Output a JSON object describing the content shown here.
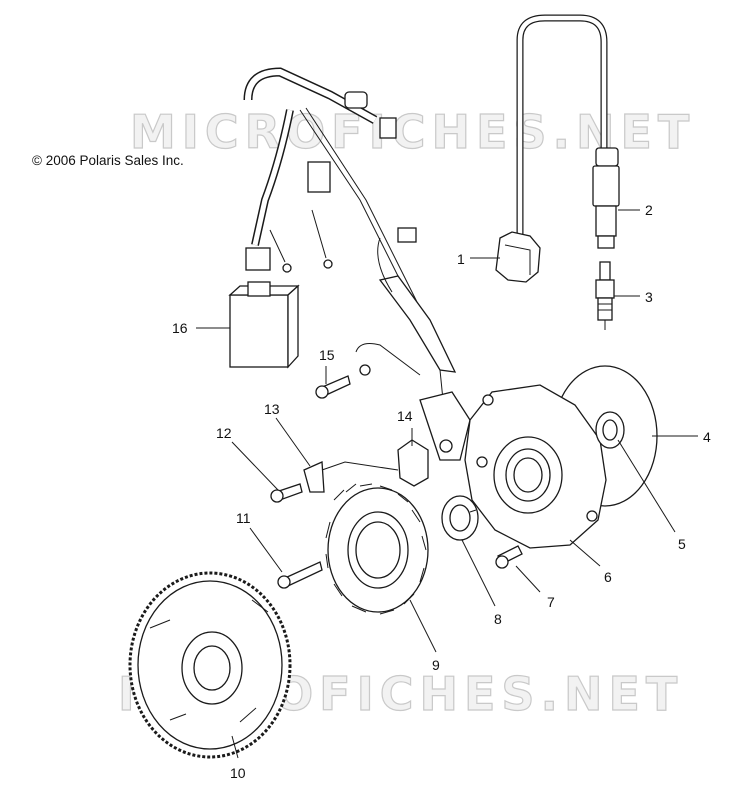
{
  "copyright": "© 2006 Polaris Sales Inc.",
  "watermark": "MICROFICHES.NET",
  "callouts": [
    "1",
    "2",
    "3",
    "4",
    "5",
    "6",
    "7",
    "8",
    "9",
    "10",
    "11",
    "12",
    "13",
    "14",
    "15",
    "16"
  ]
}
